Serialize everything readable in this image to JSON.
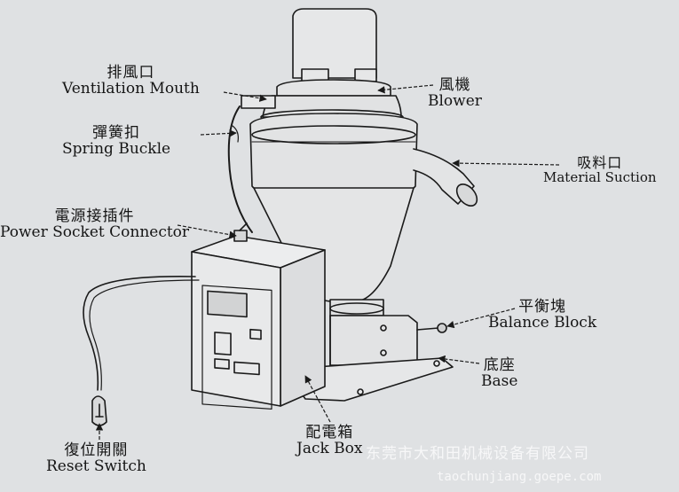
{
  "labels": {
    "ventilation_mouth": {
      "cn": "排風口",
      "en": "Ventilation Mouth"
    },
    "blower": {
      "cn": "風機",
      "en": "Blower"
    },
    "spring_buckle": {
      "cn": "彈簧扣",
      "en": "Spring Buckle"
    },
    "material_suction": {
      "cn": "吸料口",
      "en": "Material Suction"
    },
    "power_socket": {
      "cn": "電源接插件",
      "en": "Power Socket Connector"
    },
    "balance_block": {
      "cn": "平衡塊",
      "en": "Balance Block"
    },
    "base": {
      "cn": "底座",
      "en": "Base"
    },
    "jack_box": {
      "cn": "配電箱",
      "en": "Jack Box"
    },
    "reset_switch": {
      "cn": "復位開關",
      "en": "Reset Switch"
    }
  },
  "watermark": {
    "company": "东莞市大和田机械设备有限公司",
    "url": "taochunjiang.goepe.com"
  },
  "colors": {
    "background": "#dfe1e3",
    "line": "#1a1a1a",
    "watermark": "#ffffff"
  }
}
